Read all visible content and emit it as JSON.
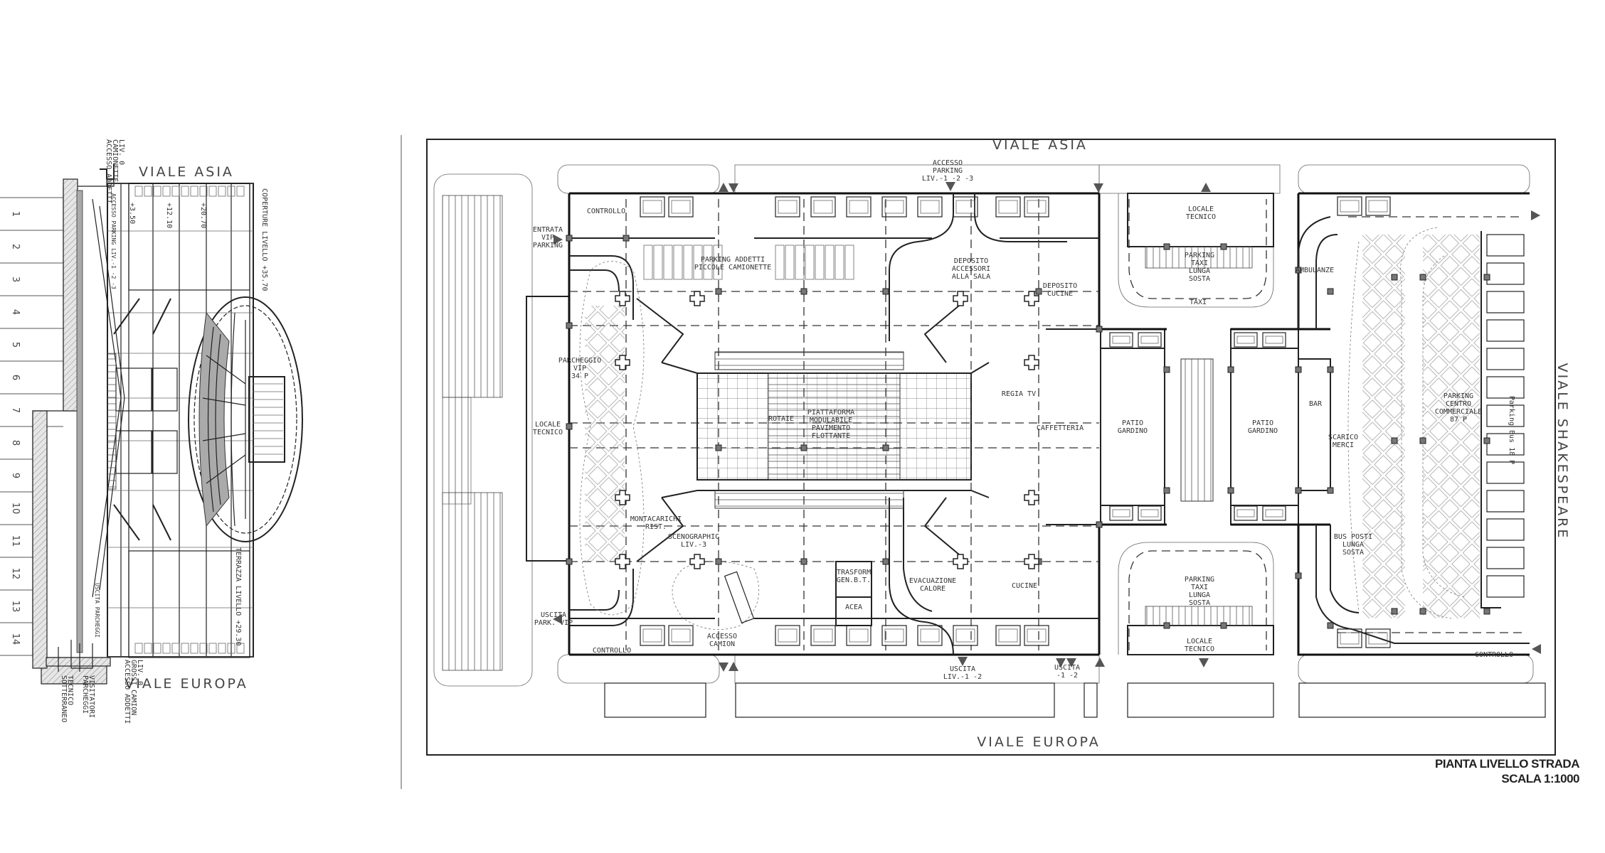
{
  "title": {
    "line1": "PIANTA LIVELLO STRADA",
    "line2": "SCALA 1:1000"
  },
  "colors": {
    "line": "#222222",
    "column": "#777777",
    "paper": "#ffffff"
  },
  "section": {
    "street_top": "VIALE ASIA",
    "street_bottom": "VIALE EUROPA",
    "axis_numbers": [
      "1",
      "2",
      "3",
      "4",
      "5",
      "6",
      "7",
      "8",
      "9",
      "10",
      "11",
      "12",
      "13",
      "14"
    ],
    "access_top": [
      "ACCESSO ADDETTI",
      "CAMIONETTE",
      "LIV. 0"
    ],
    "access_bottom": [
      "ACCESSO ADDETTI",
      "GROSSI CAMION",
      "LIV. 0"
    ],
    "parcheggi": [
      "PARCHEGGI",
      "VISITATORI"
    ],
    "sotterraneo": [
      "SOTTERRANEO",
      "TECNICO"
    ],
    "levels": [
      "+3.50",
      "+12.10",
      "+20.70"
    ],
    "copertura": "COPERTURE LIVELLO +35.70",
    "terrazza": "TERRAZZA LIVELLO +29.30",
    "ramp_top": "ACCESSO PARKING LIV.-1 -2 -3",
    "ramp_bottom": "USCITA PARCHEGGI"
  },
  "plan": {
    "street_top": "VIALE ASIA",
    "street_bottom": "VIALE EUROPA",
    "street_right": "VIALE SHAKESPEARE",
    "rooms": {
      "controllo_top": [
        "CONTROLLO"
      ],
      "entrata_vip": [
        "ENTRATA",
        "VIP",
        "PARKING"
      ],
      "parking_addetti": [
        "PARKING ADDETTI",
        "PICCOLE CAMIONETTE"
      ],
      "accesso_parking": [
        "ACCESSO",
        "PARKING",
        "LIV.-1 -2 -3"
      ],
      "deposito_accessori": [
        "DEPOSITO",
        "ACCESSORI",
        "ALLA SALA"
      ],
      "deposito_cucine": [
        "DEPOSITO",
        "CUCINE"
      ],
      "locale_tecnico_top": [
        "LOCALE",
        "TECNICO"
      ],
      "parking_taxi_top": [
        "PARKING",
        "TAXI",
        "LUNGA",
        "SOSTA"
      ],
      "taxi": [
        "TAXI"
      ],
      "ambulanze": [
        "AMBULANZE"
      ],
      "parcheggio_vip": [
        "PARCHEGGIO",
        "VIP",
        "34 P"
      ],
      "locale_tecnico_left": [
        "LOCALE",
        "TECNICO"
      ],
      "rotaie": [
        "ROTAIE"
      ],
      "piattaforma": [
        "PIATTAFORMA",
        "MODULABILE",
        "PAVIMENTO",
        "FLOTTANTE"
      ],
      "regia_tv": [
        "REGIA TV"
      ],
      "caffetteria": [
        "CAFFETTERIA"
      ],
      "patio_1": [
        "PATIO",
        "GARDINO"
      ],
      "patio_2": [
        "PATIO",
        "GARDINO"
      ],
      "bar": [
        "BAR"
      ],
      "scarico_merci": [
        "SCARICO",
        "MERCI"
      ],
      "parking_centro": [
        "PARKING",
        "CENTRO",
        "COMMERCIALE",
        "87 P"
      ],
      "parking_bus": [
        "Parking Bus 18 P"
      ],
      "montacarichi": [
        "MONTACARICHI",
        "RIST."
      ],
      "scenographic": [
        "SCENOGRAPHIC",
        "LIV.-3"
      ],
      "trasform": [
        "TRASFORM",
        "GEN.B.T."
      ],
      "acea": [
        "ACEA"
      ],
      "evacuazione": [
        "EVACUAZIONE",
        "CALORE"
      ],
      "cucine": [
        "CUCINE"
      ],
      "uscita_vip": [
        "USCITA",
        "PARK. VIP"
      ],
      "controllo_bottom": [
        "CONTROLLO"
      ],
      "accesso_camion": [
        "ACCESSO",
        "CAMION"
      ],
      "uscita_12": [
        "USCITA",
        "LIV.-1 -2"
      ],
      "uscita_12b": [
        "USCITA",
        "-1 -2"
      ],
      "parking_taxi_bottom": [
        "PARKING",
        "TAXI",
        "LUNGA",
        "SOSTA"
      ],
      "locale_tecnico_bottom": [
        "LOCALE",
        "TECNICO"
      ],
      "bus_posti": [
        "BUS POSTI",
        "LUNGA",
        "SOSTA"
      ],
      "controllo_right": [
        "CONTROLLO"
      ]
    }
  }
}
